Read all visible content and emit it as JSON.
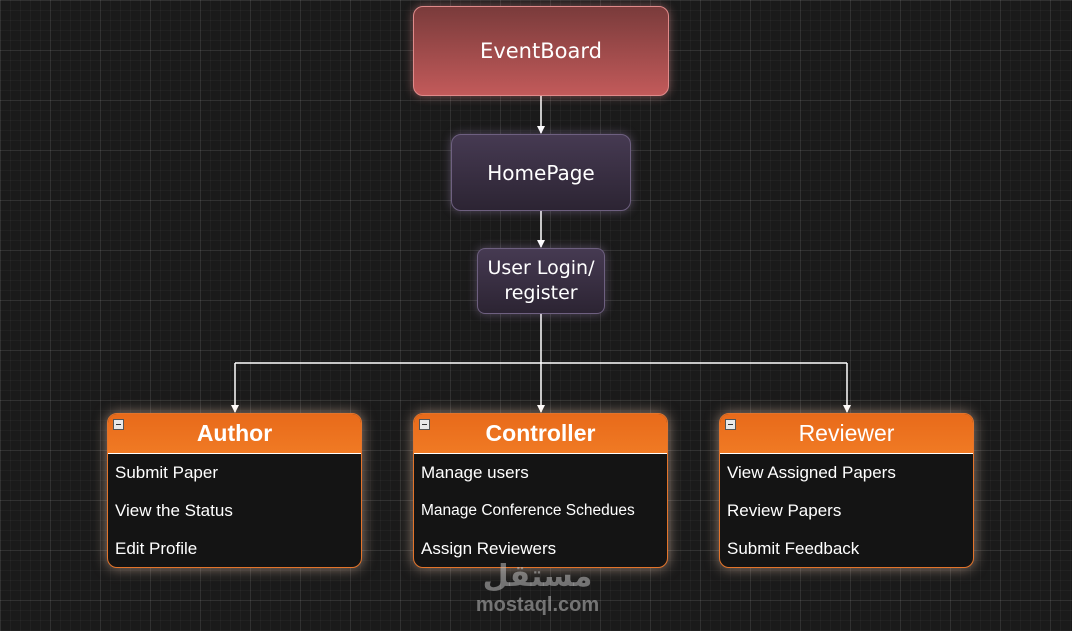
{
  "nodes": {
    "eventboard": {
      "label": "EventBoard"
    },
    "homepage": {
      "label": "HomePage"
    },
    "login": {
      "line1": "User Login/",
      "line2": "register"
    }
  },
  "roles": [
    {
      "title": "Author",
      "items": [
        "Submit Paper",
        "View the Status",
        "Edit Profile"
      ]
    },
    {
      "title": "Controller",
      "items": [
        "Manage users",
        "Manage Conference Schedues",
        "Assign Reviewers"
      ]
    },
    {
      "title": "Reviewer",
      "items": [
        "View Assigned Papers",
        "Review Papers",
        "Submit Feedback"
      ]
    }
  ],
  "watermark": {
    "logo": "مستقل",
    "domain": "mostaql.com"
  },
  "colors": {
    "background": "#1a1a1a",
    "role_header": "#e86a1a",
    "eventboard_node": "#c25a5a",
    "homepage_node": "#3a2f44",
    "connector": "#ffffff"
  }
}
